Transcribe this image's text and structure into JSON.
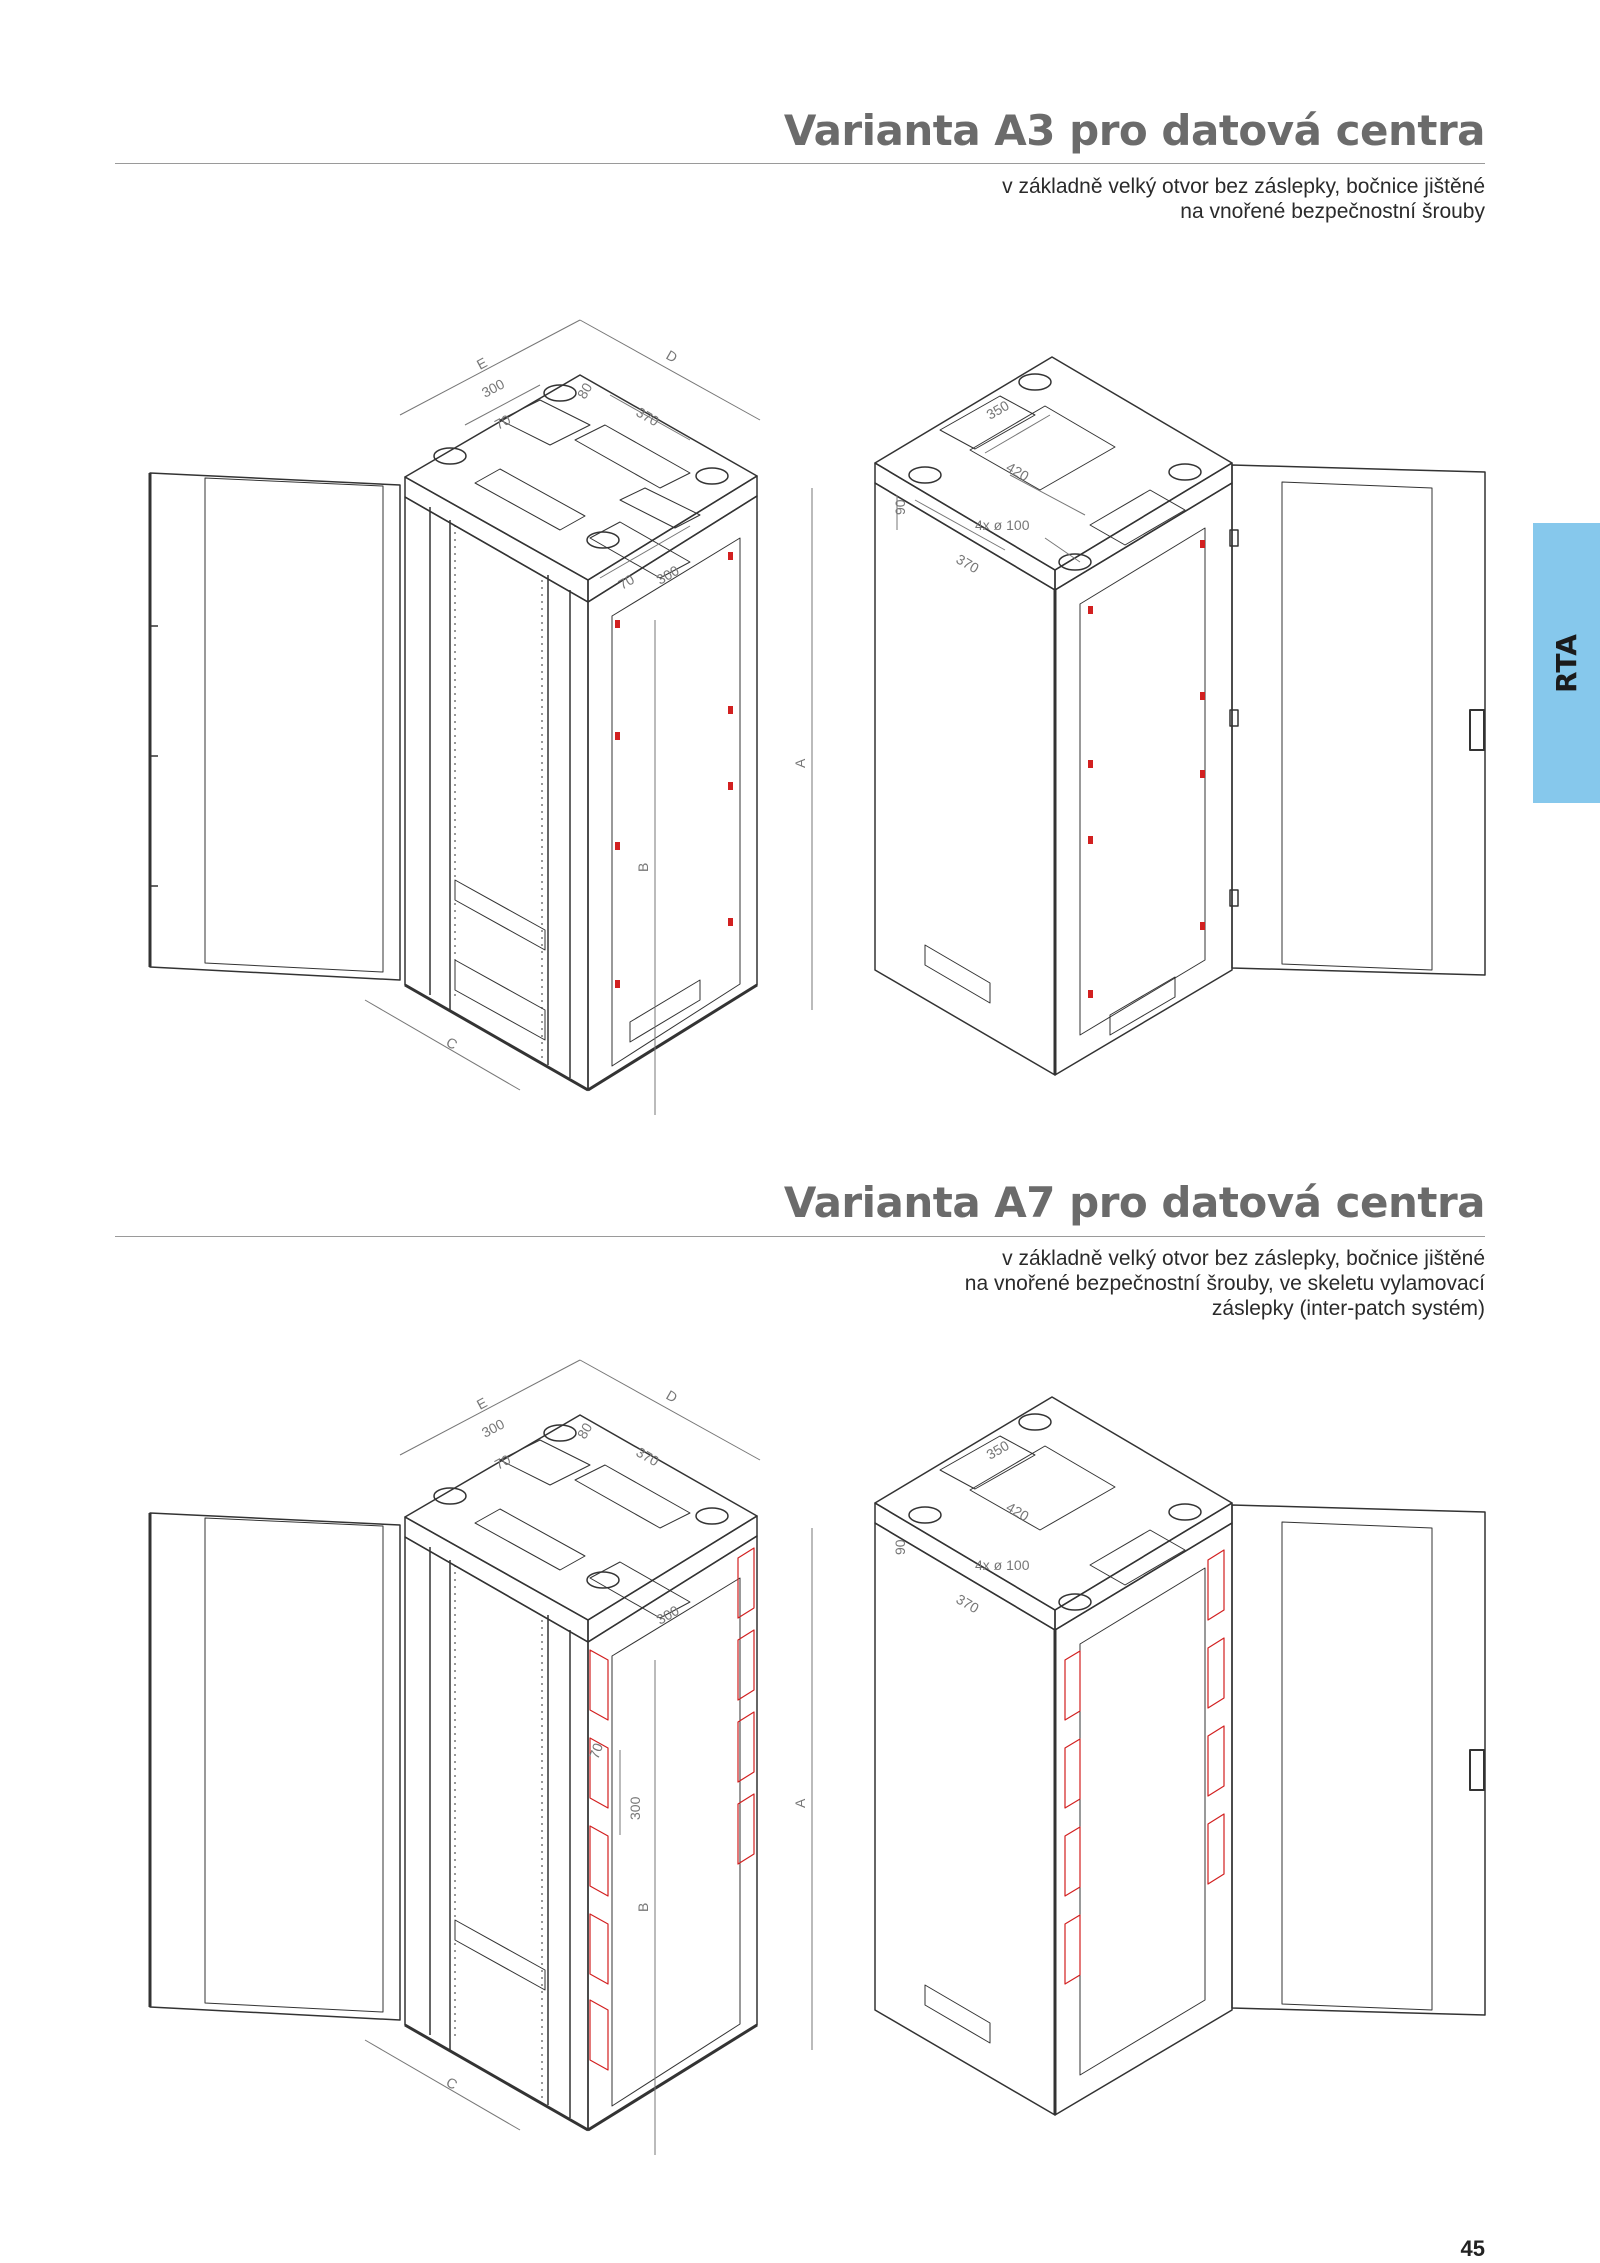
{
  "sections": [
    {
      "title": "Varianta A3 pro datová centra",
      "subtitle_lines": [
        "v základně velký otvor bez záslepky, bočnice jištěné",
        "na vnořené bezpečnostní šrouby"
      ]
    },
    {
      "title": "Varianta A7 pro datová centra",
      "subtitle_lines": [
        "v základně velký otvor bez záslepky, bočnice jištěné",
        "na vnořené bezpečnostní šrouby, ve skeletu vylamovací",
        "záslepky (inter-patch systém)"
      ]
    }
  ],
  "side_tab": {
    "label": "RTA",
    "color": "#86c8ec"
  },
  "page_number": "45",
  "dimension_labels": {
    "front": {
      "d1": "300",
      "d2": "70",
      "d3": "80",
      "d4": "370",
      "d5": "70",
      "d6": "300",
      "e": "E",
      "d": "D",
      "a": "A",
      "b": "B",
      "c": "C"
    },
    "back": {
      "d1": "350",
      "d2": "420",
      "d3": "90",
      "d4": "4x ø 100",
      "d5": "370"
    },
    "a7_extra": {
      "d1": "70",
      "d2": "300"
    }
  },
  "accent_color": "#d22020"
}
